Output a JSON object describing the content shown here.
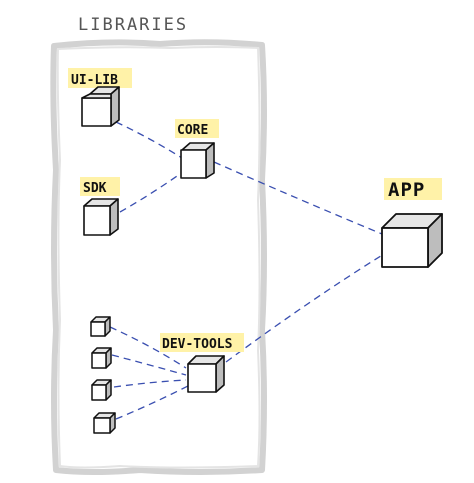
{
  "group": {
    "title": "LIBRARIES"
  },
  "nodes": {
    "ui_lib": {
      "label": "UI-LIB"
    },
    "core": {
      "label": "CORE"
    },
    "sdk": {
      "label": "SDK"
    },
    "dev_tools": {
      "label": "DEV-TOOLS"
    },
    "app": {
      "label": "APP"
    }
  },
  "colors": {
    "highlight": "#fff2a8",
    "edge": "#3a4fb0",
    "cube_front": "#ffffff",
    "cube_top": "#e6e6e6",
    "cube_side": "#bdbdbd",
    "group_border": "#d2d2d2"
  }
}
